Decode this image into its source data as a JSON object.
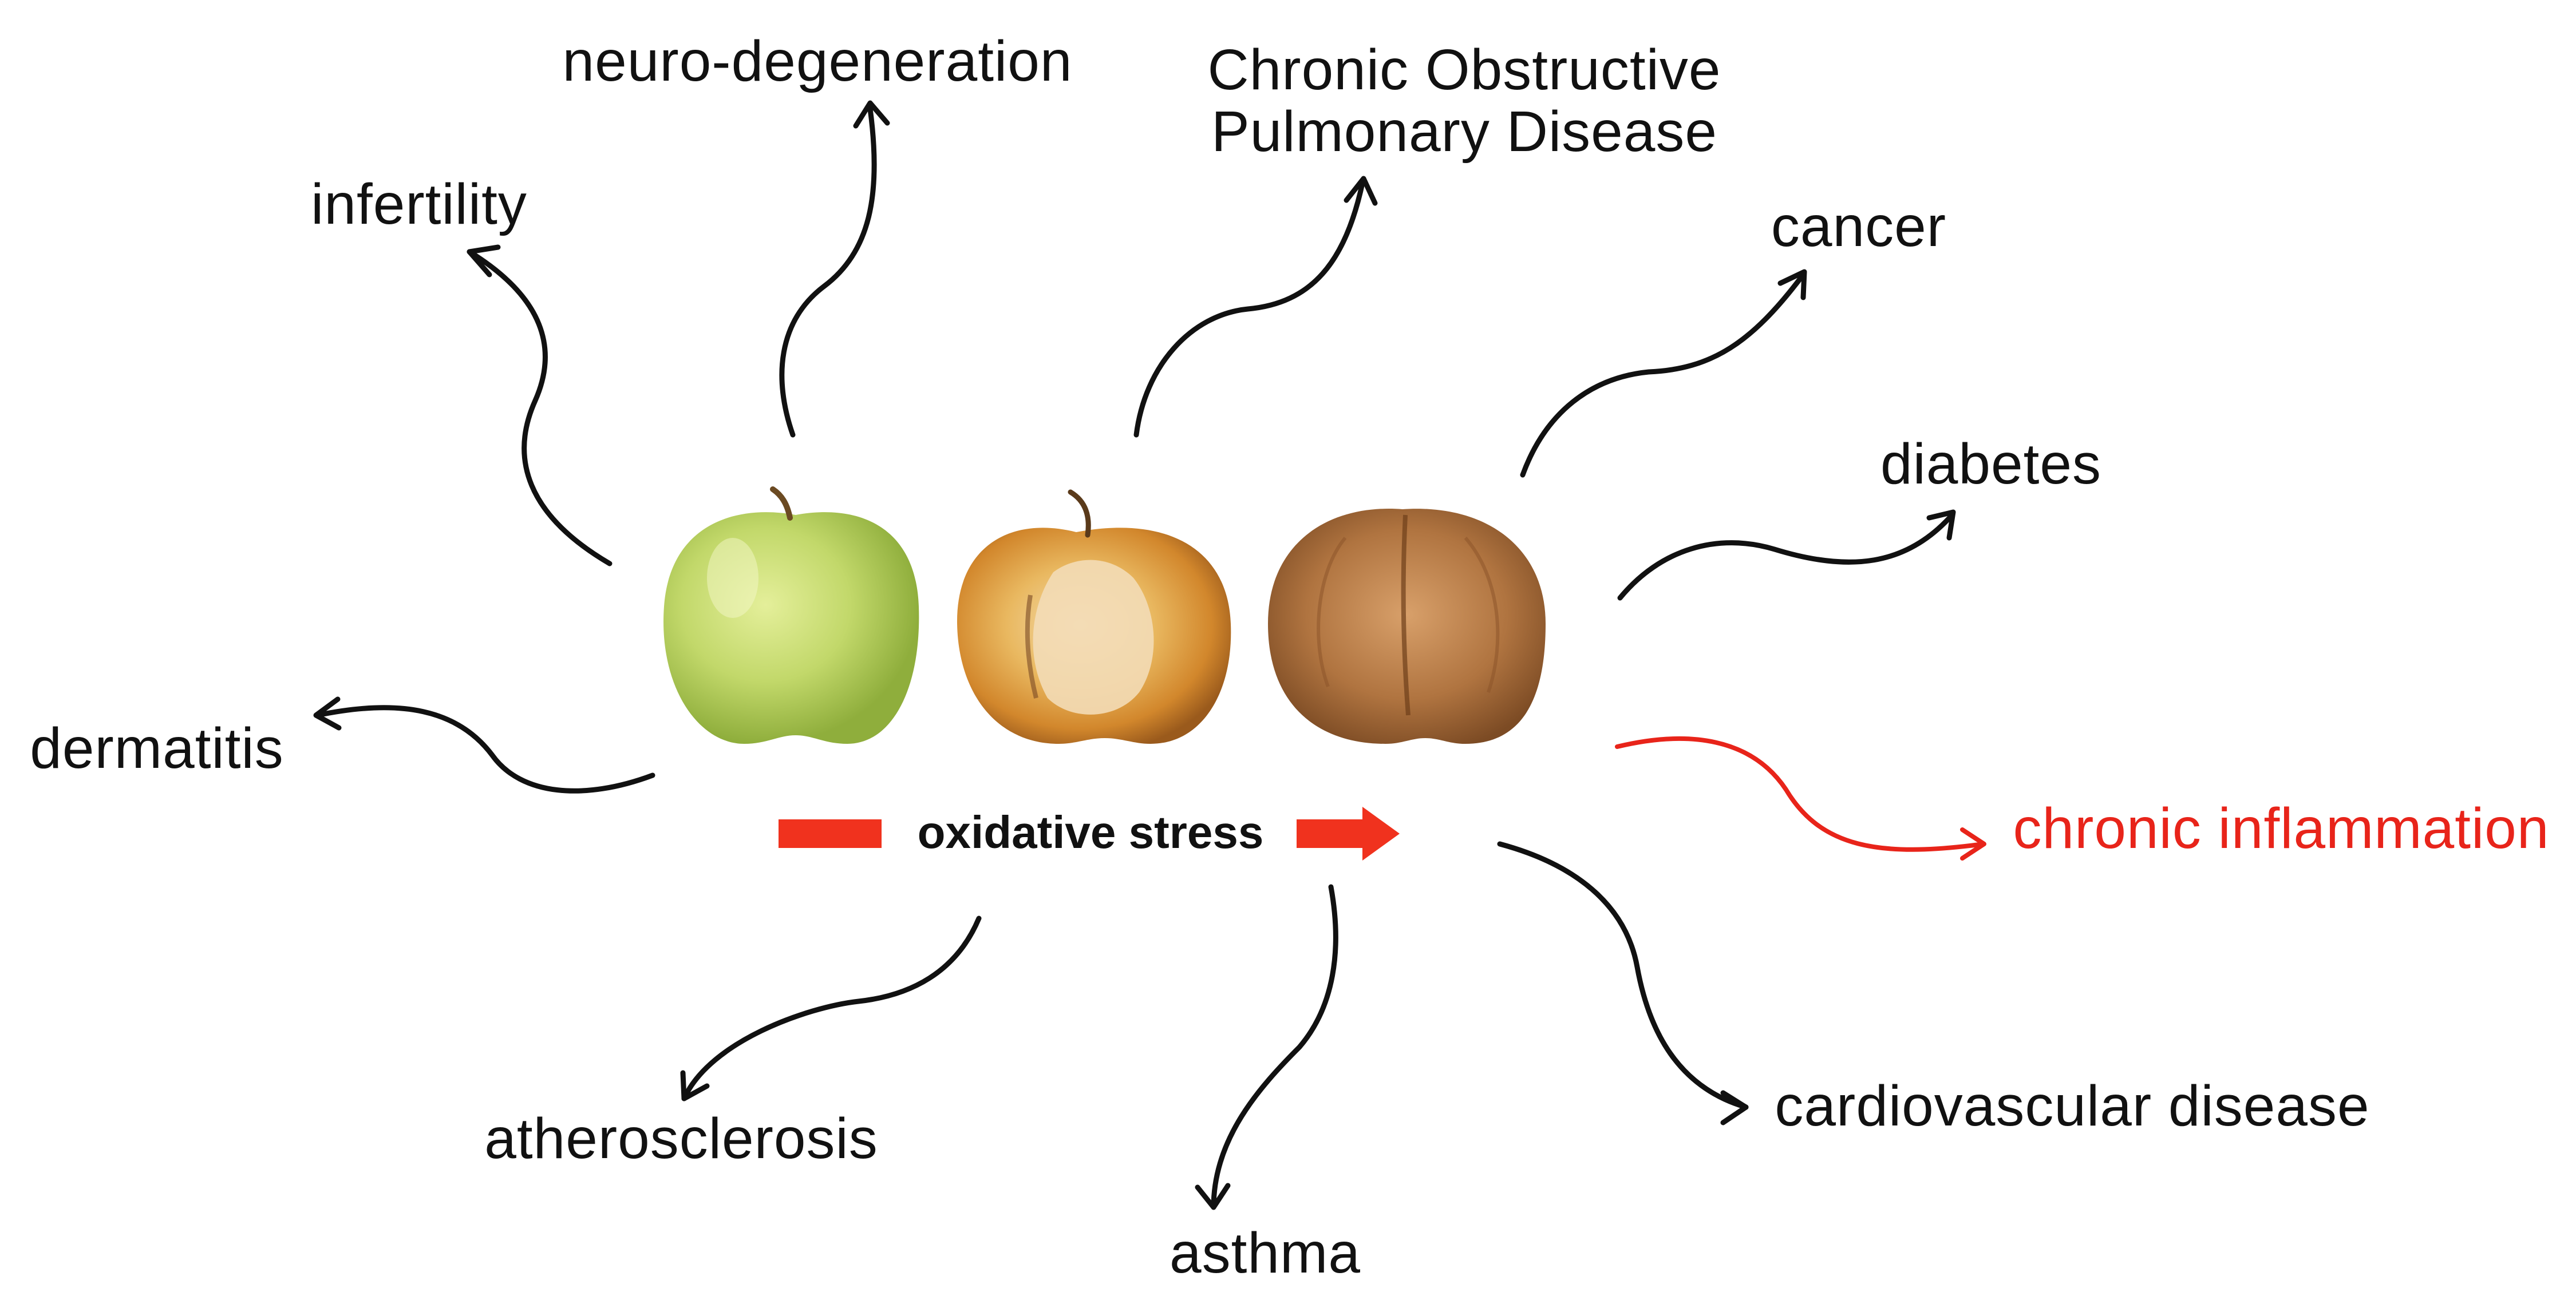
{
  "center": {
    "text": "oxidative stress",
    "color": "#f0321e"
  },
  "outcomes": [
    {
      "id": "neuro-degeneration",
      "text": "neuro-degeneration"
    },
    {
      "id": "infertility",
      "text": "infertility"
    },
    {
      "id": "copd",
      "text": "Chronic Obstructive\nPulmonary Disease"
    },
    {
      "id": "cancer",
      "text": "cancer"
    },
    {
      "id": "diabetes",
      "text": "diabetes"
    },
    {
      "id": "dermatitis",
      "text": "dermatitis"
    },
    {
      "id": "chronic-inflammation",
      "text": "chronic inflammation",
      "highlight": true
    },
    {
      "id": "atherosclerosis",
      "text": "atherosclerosis"
    },
    {
      "id": "asthma",
      "text": "asthma"
    },
    {
      "id": "cardiovascular-disease",
      "text": "cardiovascular disease"
    }
  ],
  "images": [
    "fresh-green-apple",
    "rotting-apple",
    "dried-apple"
  ],
  "colors": {
    "arrow": "#111111",
    "highlight": "#e8241a"
  }
}
